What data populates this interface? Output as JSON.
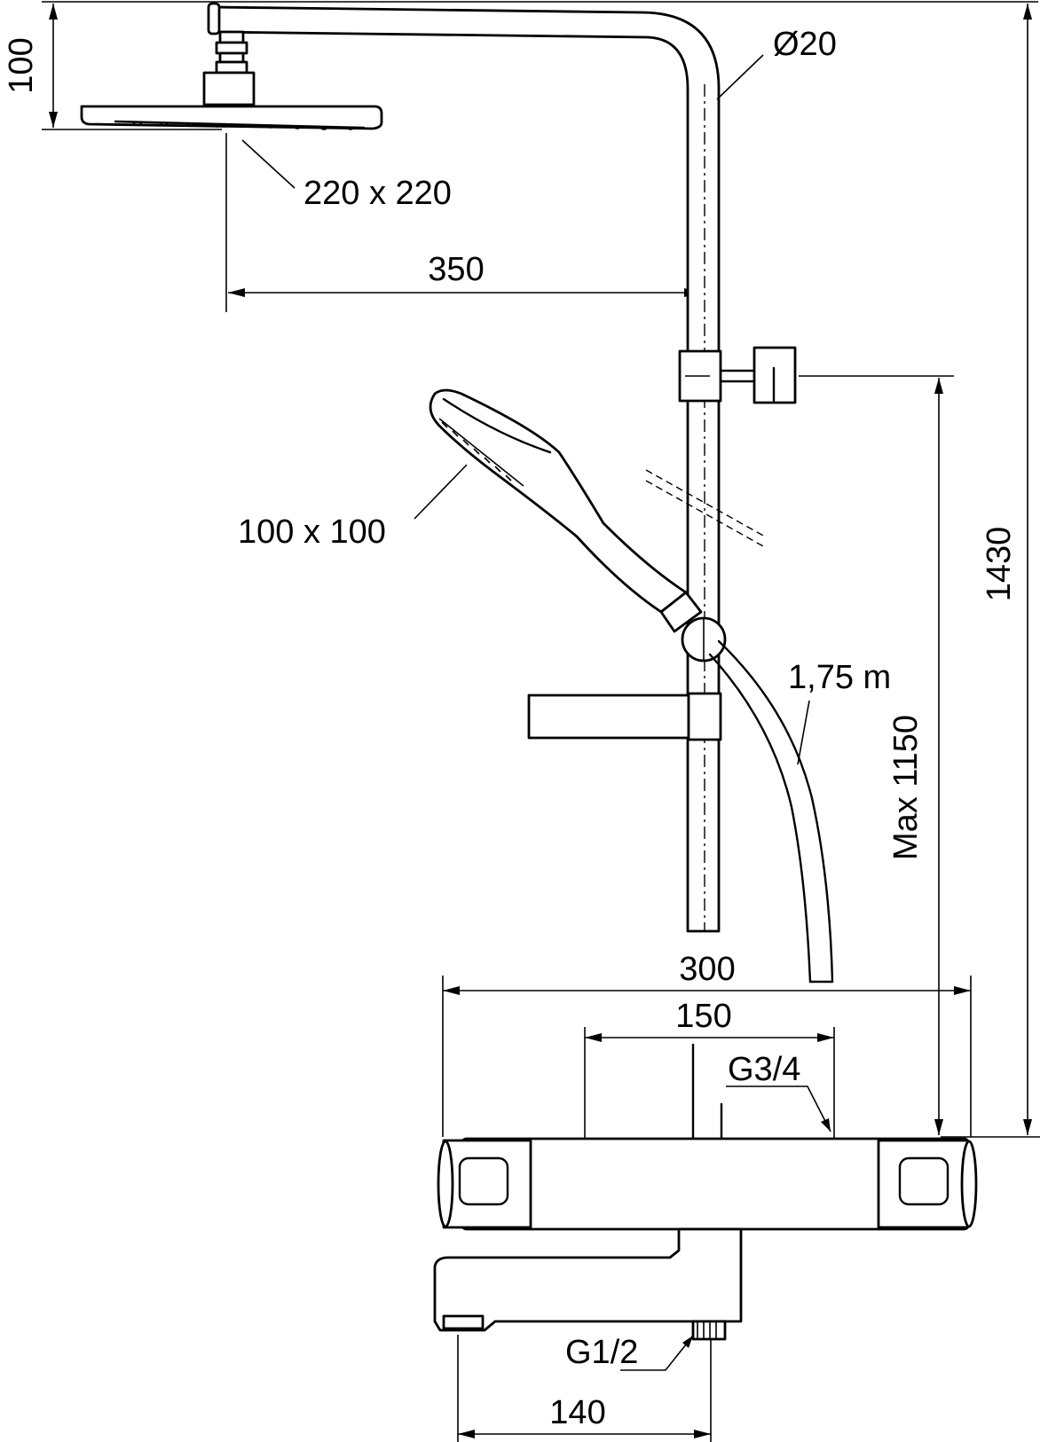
{
  "dimensions": {
    "head_height": "100",
    "head_size": "220 x 220",
    "arm_length": "350",
    "pipe_diameter": "Ø20",
    "total_height": "1430",
    "hand_shower_size": "100 x 100",
    "hose_length": "1,75 m",
    "max_slider_height": "Max 1150",
    "mixer_width": "300",
    "inlet_spacing": "150",
    "inlet_thread": "G3/4",
    "spout_outlet_thread": "G1/2",
    "spout_length": "140"
  }
}
